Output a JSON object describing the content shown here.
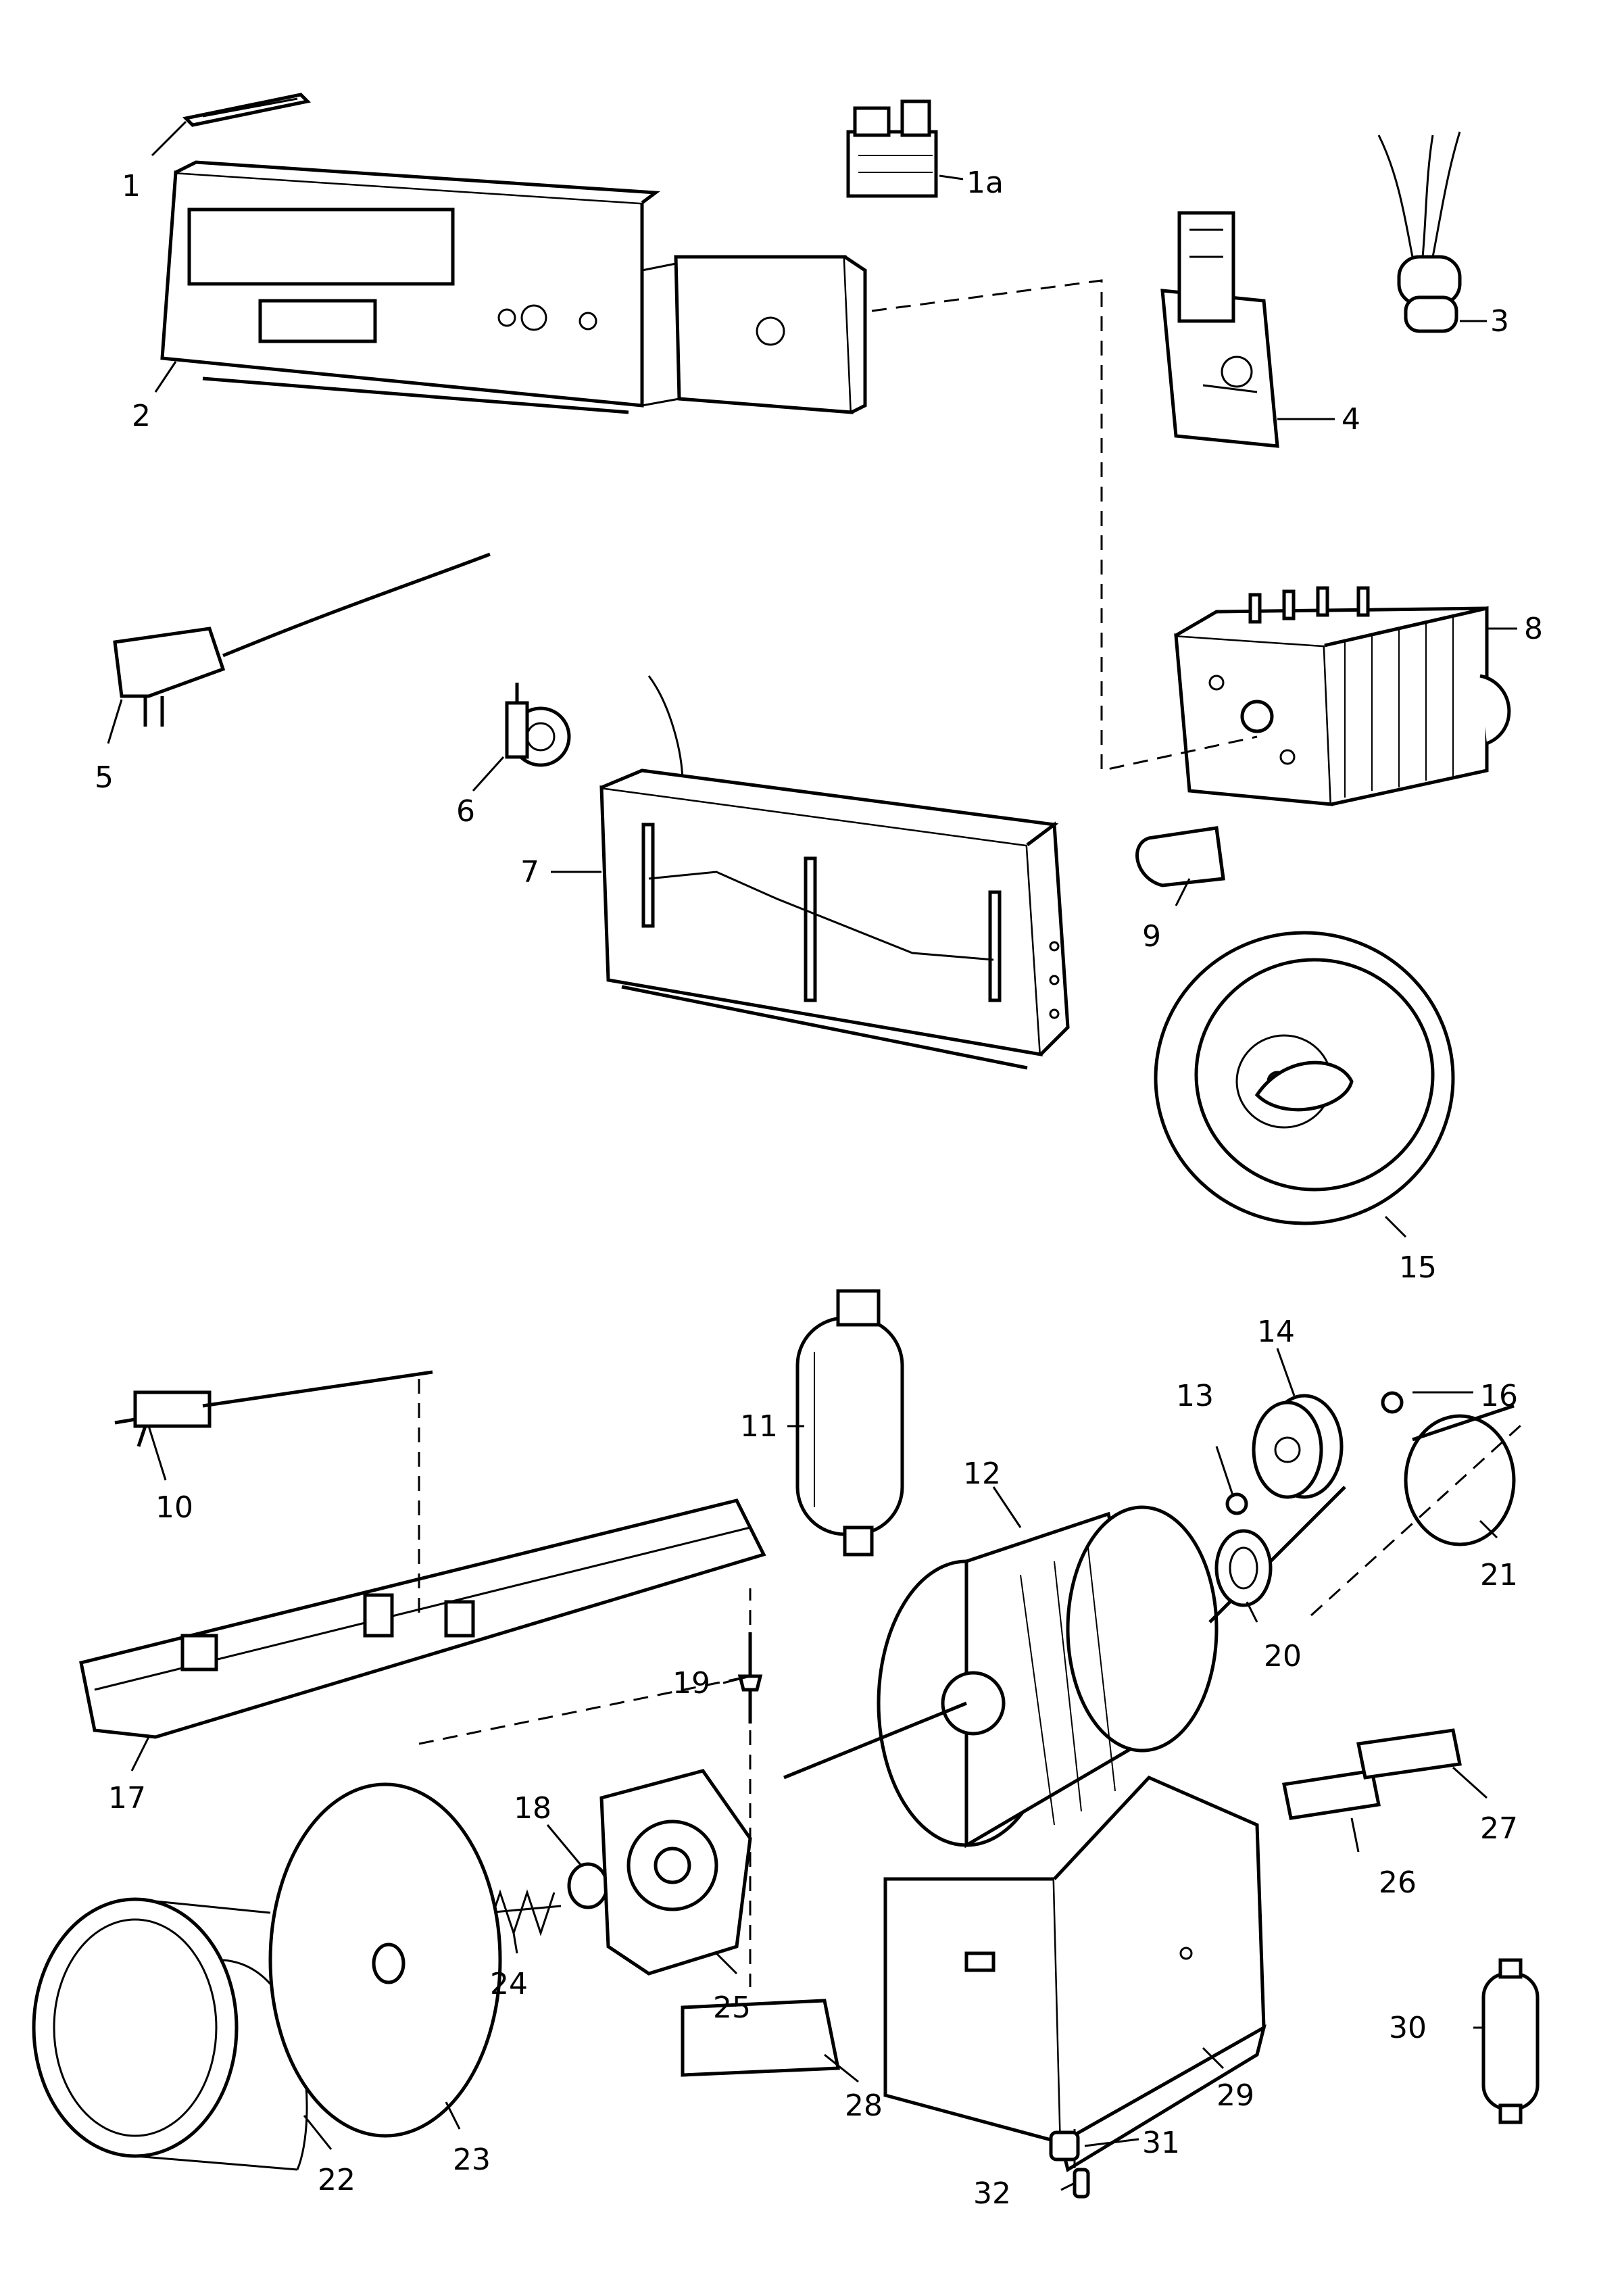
{
  "diagram": {
    "part_labels": {
      "p1": "1",
      "p1a": "1a",
      "p2": "2",
      "p3": "3",
      "p4": "4",
      "p5": "5",
      "p6": "6",
      "p7": "7",
      "p8": "8",
      "p9": "9",
      "p10": "10",
      "p11": "11",
      "p12": "12",
      "p13": "13",
      "p14": "14",
      "p15": "15",
      "p16": "16",
      "p17": "17",
      "p18": "18",
      "p19": "19",
      "p20": "20",
      "p21": "21",
      "p22": "22",
      "p23": "23",
      "p24": "24",
      "p25": "25",
      "p26": "26",
      "p27": "27",
      "p28": "28",
      "p29": "29",
      "p30": "30",
      "p31": "31",
      "p32": "32"
    }
  }
}
